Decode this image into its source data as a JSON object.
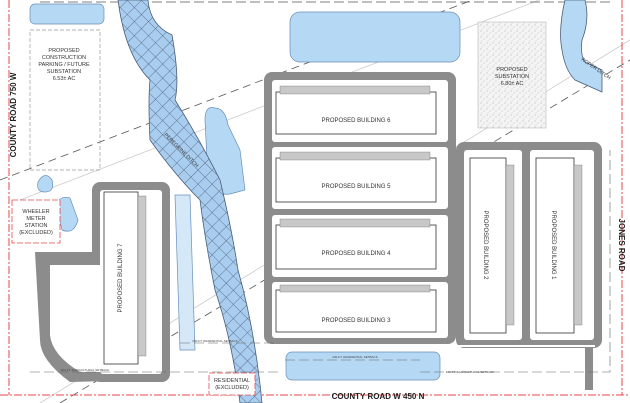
{
  "roads": {
    "west": "COUNTY ROAD 750 W",
    "south": "COUNTY ROAD W 450 N",
    "east": "JONES ROAD"
  },
  "areas": {
    "construction_parking": [
      "PROPOSED",
      "CONSTRUCTION",
      "PARKING / FUTURE",
      "SUBSTATION",
      "6.53± AC"
    ],
    "substation": [
      "PROPOSED",
      "SUBSTATION",
      "6.80± AC"
    ],
    "wheeler": [
      "WHEELER",
      "METER",
      "STATION",
      "(EXCLUDED)"
    ],
    "residential": [
      "RESIDENTIAL",
      "(EXCLUDED)"
    ]
  },
  "ditches": {
    "peregrine": "PEREGRINE DITCH",
    "roper": "ROPER DITCH"
  },
  "buildings": {
    "b1": "PROPOSED BUILDING 1",
    "b2": "PROPOSED BUILDING 2",
    "b3": "PROPOSED BUILDING 3",
    "b4": "PROPOSED BUILDING 4",
    "b5": "PROPOSED BUILDING 5",
    "b6": "PROPOSED BUILDING 6",
    "b7": "PROPOSED BUILDING 7"
  },
  "setbacks": {
    "agricultural": "100-FT. AGRICULTURAL SETBACK",
    "residential": "200-FT. RESIDENTIAL SETBACK"
  },
  "colors": {
    "water": "#b5d8f5",
    "water_light": "#d4e8f8",
    "pavement": "#8c8c8c",
    "boundary": "#e8474a"
  }
}
